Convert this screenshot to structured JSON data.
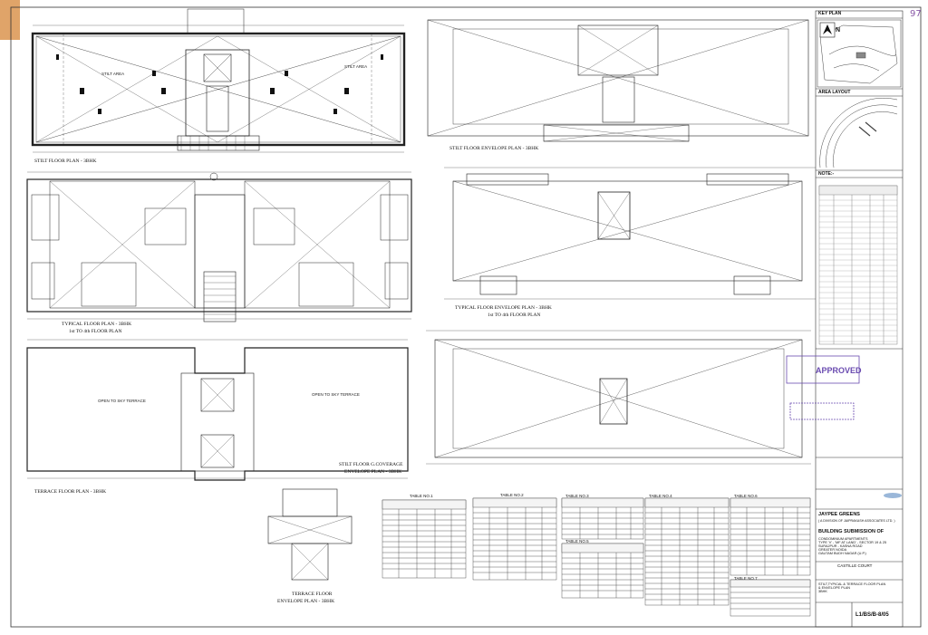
{
  "page_number": "97",
  "north_label": "N",
  "drawings": {
    "stilt_plan": {
      "title": "STILT FLOOR PLAN - 3BHK",
      "stilt_left": "STILT AREA",
      "stilt_right": "STILT AREA"
    },
    "stilt_envelope": {
      "title": "STILT FLOOR ENVELOPE PLAN - 3BHK"
    },
    "typical_plan": {
      "title_line1": "TYPICAL FLOOR PLAN - 3BHK",
      "title_line2": "1st TO 4th FLOOR PLAN"
    },
    "typical_envelope": {
      "title_line1": "TYPICAL FLOOR ENVELOPE PLAN - 3BHK",
      "title_line2": "1st TO 4th FLOOR PLAN"
    },
    "terrace_plan": {
      "title": "TERRACE FLOOR PLAN - 3BHK",
      "open_left": "OPEN TO SKY TERRACE",
      "open_right": "OPEN TO SKY TERRACE"
    },
    "coverage_envelope": {
      "title_line1": "STILT FLOOR G.COVERAGE",
      "title_line2": "ENVELOPE PLAN - 3BHK"
    },
    "terrace_envelope": {
      "title_line1": "TERRACE FLOOR",
      "title_line2": "ENVELOPE PLAN - 3BHK"
    }
  },
  "tables": [
    {
      "title": "TABLE NO.1"
    },
    {
      "title": "TABLE NO.2"
    },
    {
      "title": "TABLE NO.3"
    },
    {
      "title": "TABLE NO.4"
    },
    {
      "title": "TABLE NO.5"
    },
    {
      "title": "TABLE NO.6"
    },
    {
      "title": "TABLE NO.7"
    }
  ],
  "title_block": {
    "key_plan": "KEY PLAN",
    "area_layout": "AREA LAYOUT",
    "notes": "NOTE:-",
    "stamp_approved": "APPROVED",
    "client_name": "JAYPEE GREENS",
    "client_sub": "( A DIVISION OF JAIPRAKASH ASSOCIATES LTD. )",
    "heading": "BUILDING SUBMISSION OF",
    "project_lines": [
      "CONDOMINIUM APARTMENTS",
      "TYPE 'V' - 'MF AT LAND' - SECTOR 19 & 25",
      "SURAJPUR - KASNA ROAD",
      "GREATER NOIDA",
      "GAUTAM BUDH NAGAR (U.P.)"
    ],
    "court_name": "CASTILLE COURT",
    "sheet_desc": [
      "STILT,TYPICAL & TERRACE FLOOR PLAN",
      "& ENVELOPE PLAN",
      "3BHK"
    ],
    "drawing_no": "L1/BS/B-8/05"
  }
}
